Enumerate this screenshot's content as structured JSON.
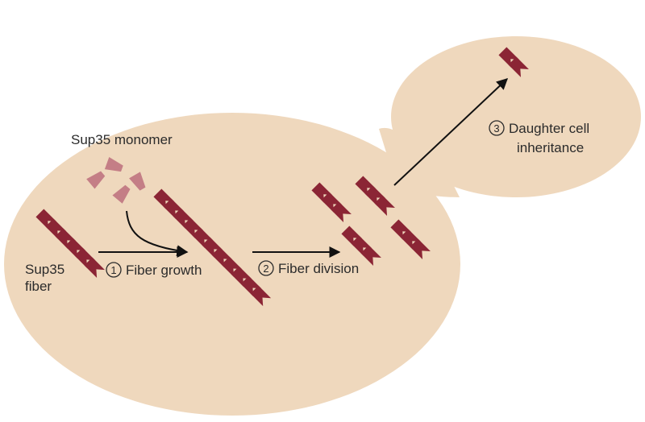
{
  "colors": {
    "cell": "#efd8bd",
    "fiber": "#8b2535",
    "monomer": "#c47e86",
    "arrow": "#111111",
    "text": "#2b2b2b"
  },
  "labels": {
    "monomer": "Sup35 monomer",
    "fiber_line1": "Sup35",
    "fiber_line2": "fiber",
    "step1_num": "1",
    "step1": "Fiber growth",
    "step2_num": "2",
    "step2": "Fiber division",
    "step3_num": "3",
    "step3_line1": "Daughter cell",
    "step3_line2": "inheritance"
  }
}
